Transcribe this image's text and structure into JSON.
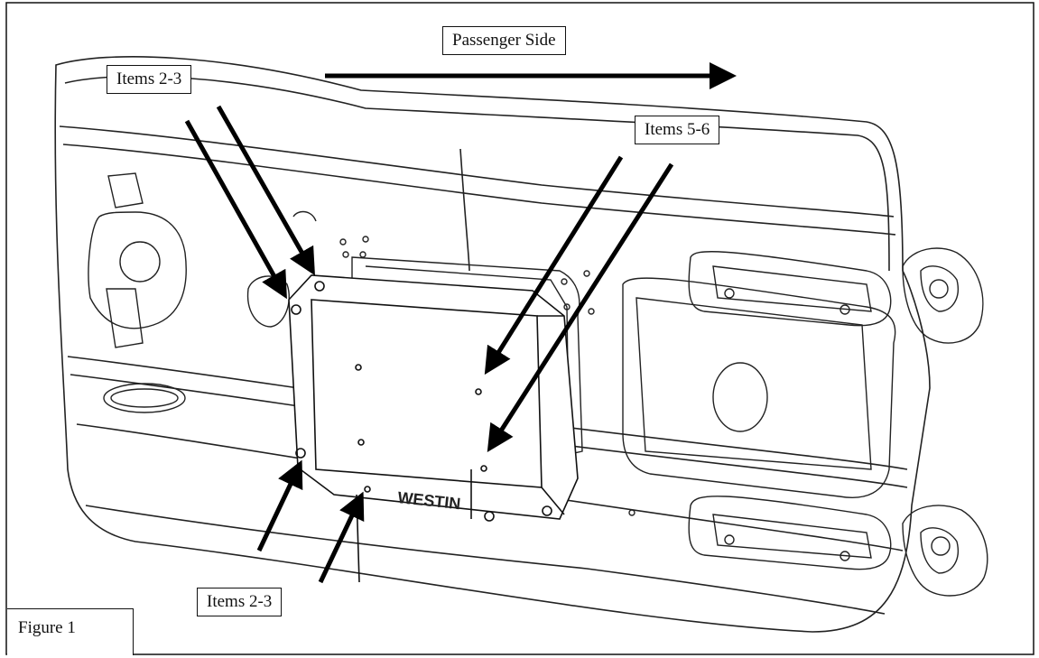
{
  "labels": {
    "passenger_side": "Passenger Side",
    "items_2_3_top": "Items 2-3",
    "items_5_6": "Items 5-6",
    "items_2_3_bottom": "Items 2-3",
    "figure": "Figure 1"
  },
  "brand_text": "WESTIN"
}
